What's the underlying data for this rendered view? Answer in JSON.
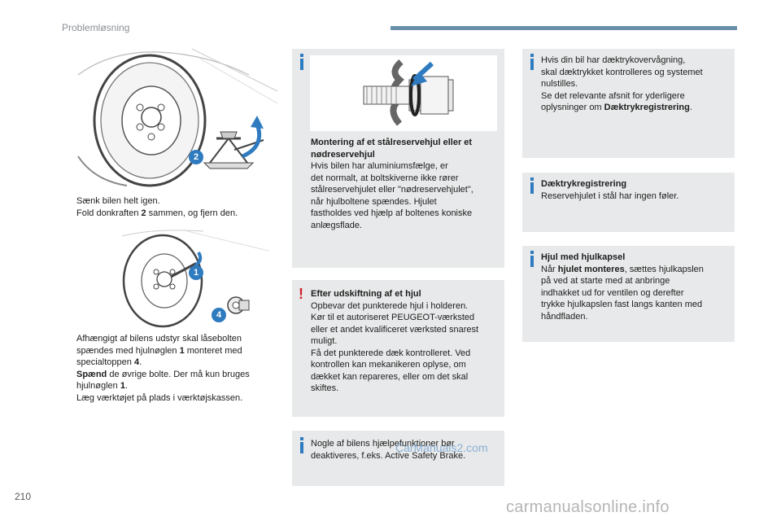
{
  "header": {
    "title": "Problemløsning"
  },
  "page_number": "210",
  "watermarks": {
    "bottom": "carmanualsonline.info",
    "mid": "CarManuals2.com"
  },
  "bullet_marker": "",
  "left_col": {
    "illus1_label": "2",
    "list1": [
      {
        "parts": [
          "Sænk bilen helt igen."
        ]
      },
      {
        "parts": [
          "Fold donkraften ",
          "2",
          " sammen, og fjern den."
        ]
      }
    ],
    "illus2_labels": [
      "1",
      "4"
    ],
    "list2": [
      {
        "lines": [
          "Afhængigt af bilens udstyr skal låsebolten",
          "spændes med hjulnøglen ",
          "1",
          " monteret med",
          "specialtoppen ",
          "4",
          "."
        ]
      },
      {
        "lines": [
          "Spænd",
          " de øvrige bolte. Der må kun bruges",
          "hjulnøglen ",
          "1",
          "."
        ]
      },
      {
        "lines": [
          "Læg værktøjet på plads i værktøjskassen."
        ]
      }
    ]
  },
  "mid_col": {
    "box1": {
      "title": [
        "Montering af et stålreservehjul eller et",
        "nødreservehjul"
      ],
      "lines": [
        "Hvis bilen har aluminiumsfælge, er",
        "det normalt, at boltskiverne ikke rører",
        "stålreservehjulet eller \"nødreservehjulet\",",
        "når hjulboltene spændes. Hjulet",
        "fastholdes ved hjælp af boltenes koniske",
        "anlægsflade."
      ]
    },
    "box2": {
      "warn_symbol": "!",
      "title": "Efter udskiftning af et hjul",
      "lines": [
        "Opbevar det punkterede hjul i holderen.",
        "Kør til et autoriseret PEUGEOT-værksted",
        "eller et andet kvalificeret værksted snarest",
        "muligt.",
        "Få det punkterede dæk kontrolleret. Ved",
        "kontrollen kan mekanikeren oplyse, om",
        "dækket kan repareres, eller om det skal",
        "skiftes."
      ]
    },
    "box3": {
      "lines": [
        "Nogle af bilens hjælpefunktioner bør",
        "deaktiveres, f.eks. Active Safety Brake."
      ]
    }
  },
  "right_col": {
    "box1": {
      "lines": [
        "Hvis din bil har dæktrykovervågning,",
        "skal dæktrykket kontrolleres og systemet",
        "nulstilles.",
        "Se det relevante afsnit for yderligere"
      ],
      "last_pre": "oplysninger om ",
      "last_bold": "Dæktrykregistrering",
      "last_post": "."
    },
    "box2": {
      "title": "Dæktrykregistrering",
      "lines": [
        "Reservehjulet i stål har ingen føler."
      ]
    },
    "box3": {
      "title": "Hjul med hjulkapsel",
      "l1_pre": "Når ",
      "l1_bold": "hjulet monteres",
      "l1_post": ", sættes hjulkapslen",
      "lines": [
        "på ved at starte med at anbringe",
        "indhakket ud for ventilen og derefter",
        "trykke hjulkapslen fast langs kanten med",
        "håndfladen."
      ]
    }
  },
  "colors": {
    "info_bar": "#2f7bbf",
    "warn": "#d0202e",
    "box_bg": "#e8e9ea",
    "header_bar": "#6a8fab",
    "callout": "#2f7bbf"
  }
}
